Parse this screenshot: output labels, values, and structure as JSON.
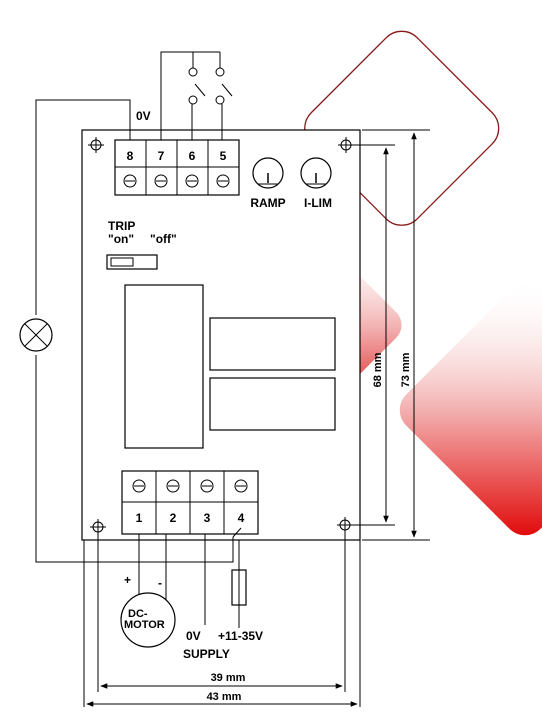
{
  "terminals_top": [
    "8",
    "7",
    "6",
    "5"
  ],
  "terminals_bottom": [
    "1",
    "2",
    "3",
    "4"
  ],
  "labels": {
    "zero_v_top": "0V",
    "ramp": "RAMP",
    "ilim": "I-LIM",
    "trip": "TRIP",
    "trip_on": "\"on\"",
    "trip_off": "\"off\"",
    "plus": "+",
    "minus": "-",
    "motor_line1": "DC-",
    "motor_line2": "MOTOR",
    "zero_v_bottom": "0V",
    "voltage": "+11-35V",
    "supply": "SUPPLY"
  },
  "dimensions": {
    "inner_height": "68 mm",
    "outer_height": "73 mm",
    "inner_width": "39 mm",
    "outer_width": "43 mm"
  },
  "colors": {
    "accent_red": "#e00000",
    "outline_dark_red": "#8a1a1a"
  }
}
